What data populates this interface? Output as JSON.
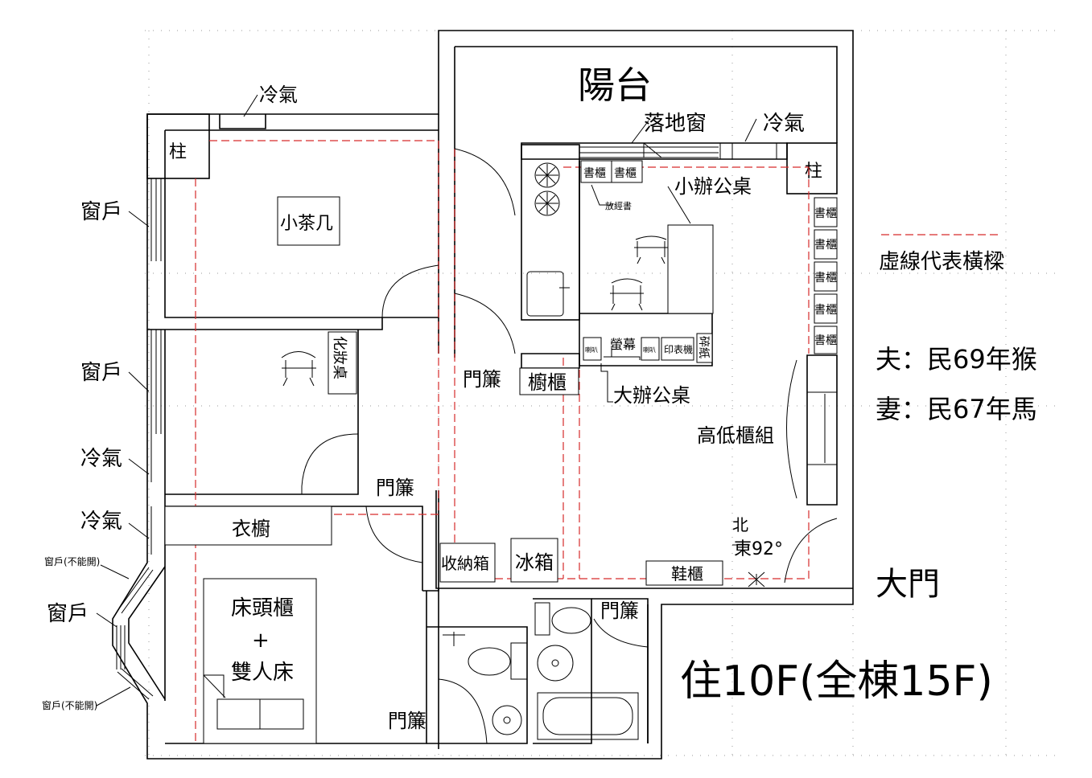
{
  "labels": {
    "balcony": "陽台",
    "floor_window": "落地窗",
    "ac_top_left": "冷氣",
    "ac_top_right": "冷氣",
    "ac_left_1": "冷氣",
    "ac_left_2": "冷氣",
    "pillar_left": "柱",
    "pillar_right": "柱",
    "window_1": "窗戶",
    "window_2": "窗戶",
    "window_3": "窗戶",
    "window_fixed_1": "窗戶(不能開)",
    "window_fixed_2": "窗戶(不能開)",
    "small_tea_table": "小茶几",
    "makeup_table": "化妝桌",
    "wardrobe": "衣櫥",
    "bed_head": "床頭櫃",
    "bed_plus": "+",
    "double_bed": "雙人床",
    "curtain_1": "門簾",
    "curtain_2": "門簾",
    "curtain_3": "門簾",
    "curtain_4": "門簾",
    "cabinet": "櫥櫃",
    "storage_box": "收納箱",
    "fridge": "冰箱",
    "shoe_cabinet": "鞋櫃",
    "main_door": "大門",
    "bookshelf": "書櫃",
    "classic_books": "放經書",
    "small_desk": "小辦公桌",
    "big_desk": "大辦公桌",
    "monitor": "螢幕",
    "printer": "印表機",
    "speaker": "喇叭",
    "shredder": "碎紙",
    "tall_low_cabinet": "高低櫃組",
    "north": "北",
    "east_92": "東92°",
    "legend_beam": "虛線代表橫樑",
    "husband": "夫：民69年猴",
    "wife": "妻：民67年馬",
    "floor_info": "住10F(全棟15F)"
  },
  "colors": {
    "wall": "#000000",
    "beam_dashed": "#d62b2b",
    "grid_dotted": "#9a9a9a",
    "background": "#ffffff"
  }
}
